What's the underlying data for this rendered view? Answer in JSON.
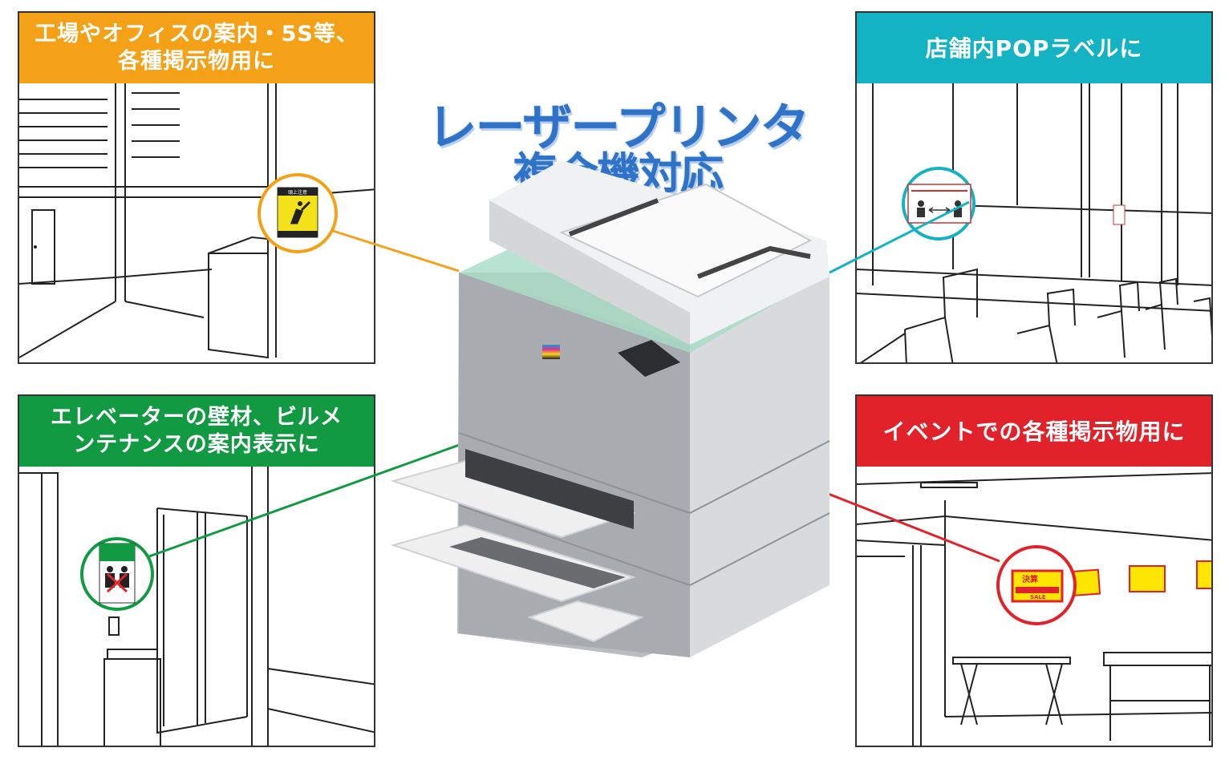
{
  "title": {
    "line1": "レーザープリンター",
    "line2": "複合機対応"
  },
  "panels": {
    "top_left": {
      "header": "工場やオフィスの案内・5S等、\n各種掲示物用に",
      "color": "#f5a117",
      "sign_text": "頭上注意"
    },
    "top_right": {
      "header": "店舗内POPラベルに",
      "color": "#14b3c4"
    },
    "bottom_left": {
      "header": "エレベーターの壁材、ビルメ\nンテナンスの案内表示に",
      "color": "#129a43"
    },
    "bottom_right": {
      "header": "イベントでの各種掲示物用に",
      "color": "#e2222a",
      "poster_text": "決算",
      "poster_sub": "SALE"
    }
  },
  "icons": [
    "laser-printer-illustration",
    "caution-sign-icon",
    "social-distance-pop-icon",
    "elevator-notice-icon",
    "sale-poster-icon"
  ]
}
